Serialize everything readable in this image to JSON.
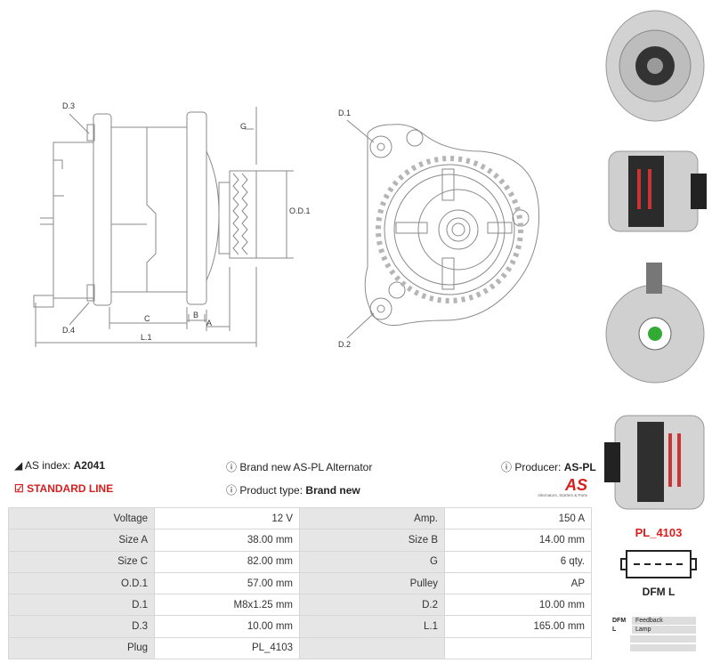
{
  "drawing": {
    "side_labels": [
      "D.3",
      "G",
      "O.D.1",
      "D.4",
      "C",
      "B",
      "A",
      "L.1"
    ],
    "front_labels": [
      "D.1",
      "D.2"
    ]
  },
  "info": {
    "as_index_label": "AS index:",
    "as_index_value": "A2041",
    "standard_line": "STANDARD LINE",
    "description": "Brand new AS-PL Alternator",
    "product_type_label": "Product type:",
    "product_type_value": "Brand new",
    "producer_label": "Producer:",
    "producer_value": "AS-PL"
  },
  "logo": {
    "mark": "AS",
    "tagline": "Alternators, Starters & Parts"
  },
  "specs": [
    [
      "Voltage",
      "12 V",
      "Amp.",
      "150 A"
    ],
    [
      "Size A",
      "38.00 mm",
      "Size B",
      "14.00 mm"
    ],
    [
      "Size C",
      "82.00 mm",
      "G",
      "6 qty."
    ],
    [
      "O.D.1",
      "57.00 mm",
      "Pulley",
      "AP"
    ],
    [
      "D.1",
      "M8x1.25 mm",
      "D.2",
      "10.00 mm"
    ],
    [
      "D.3",
      "10.00 mm",
      "L.1",
      "165.00 mm"
    ],
    [
      "Plug",
      "PL_4103",
      "",
      ""
    ]
  ],
  "plug": {
    "title": "PL_4103",
    "pins": "DFM L",
    "legend": [
      {
        "code": "DFM",
        "desc": "Feedback"
      },
      {
        "code": "L",
        "desc": "Lamp"
      }
    ]
  },
  "colors": {
    "accent": "#d81e1e",
    "line": "#8a8a8a",
    "label_bg": "#e6e6e6"
  }
}
